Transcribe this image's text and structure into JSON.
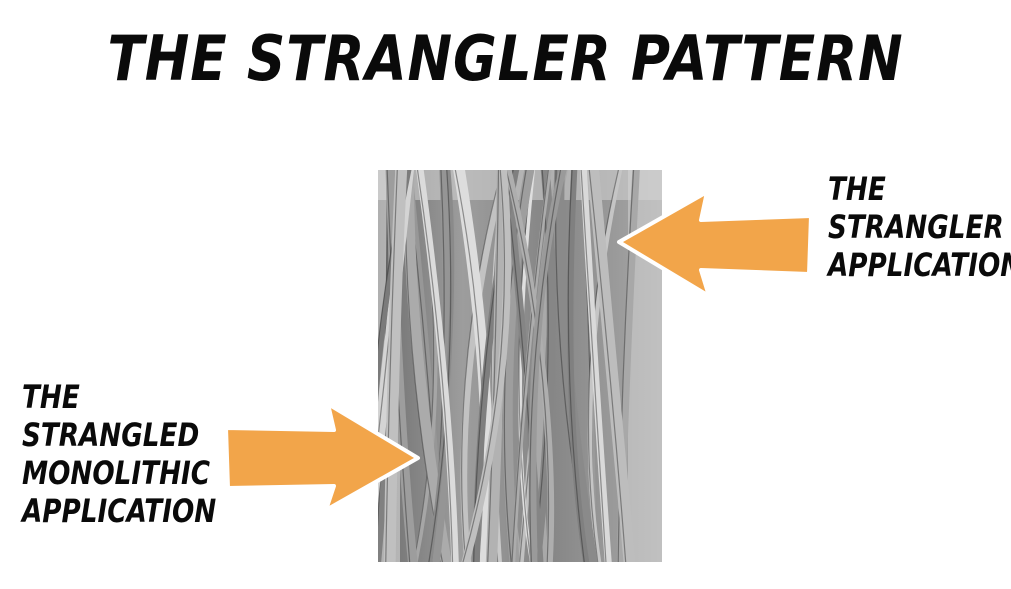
{
  "title": "THE STRANGLER PATTERN",
  "labels": {
    "strangler": [
      "THE",
      "STRANGLER",
      "APPLICATION"
    ],
    "strangled": [
      "THE",
      "STRANGLED",
      "MONOLITHIC",
      "APPLICATION"
    ]
  },
  "colors": {
    "arrow_fill": "#F2A54A",
    "arrow_stroke": "#ffffff",
    "text": "#0a0a0a",
    "photo_base": "#9a9a9a"
  },
  "icons": {
    "arrow_to_strangler": "left-arrow-icon",
    "arrow_to_strangled": "right-arrow-icon"
  }
}
